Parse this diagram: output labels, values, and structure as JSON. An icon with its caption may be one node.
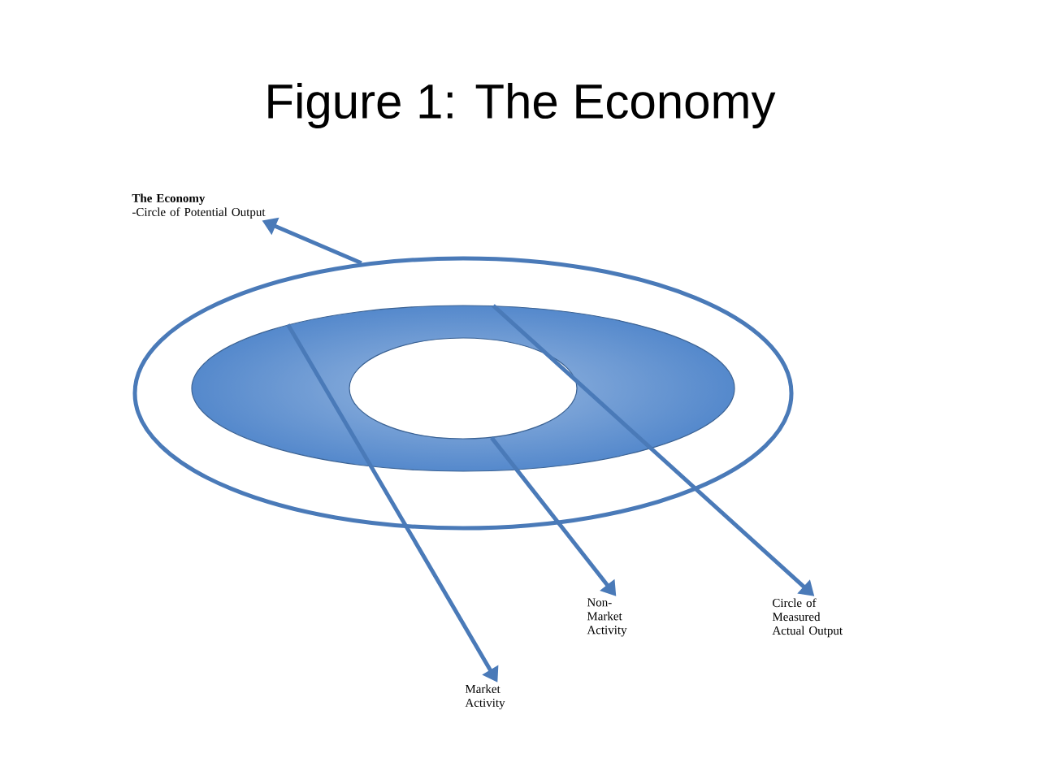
{
  "diagram": {
    "title": "Figure 1: The Economy",
    "nodes": [
      {
        "text": [],
        "shape": "ellipse"
      },
      {
        "text": [],
        "shape": "ellipse",
        "in": 0
      },
      {
        "text": [],
        "shape": "ellipse",
        "in": 1
      },
      {
        "text": [
          "The Economy",
          "-Circle of Potential Output"
        ]
      },
      {
        "text": [
          "Market Activity"
        ]
      },
      {
        "text": [
          "Non-Market Activity"
        ]
      },
      {
        "text": [
          "Circle of Measured Actual Output"
        ]
      }
    ],
    "edges": [
      {
        "from": 0,
        "to": 3,
        "arrow": "to"
      },
      {
        "from": 1,
        "to": 4,
        "arrow": "to"
      },
      {
        "from": 2,
        "to": 5,
        "arrow": "to"
      },
      {
        "from": 1,
        "to": 6,
        "arrow": "to"
      }
    ]
  }
}
